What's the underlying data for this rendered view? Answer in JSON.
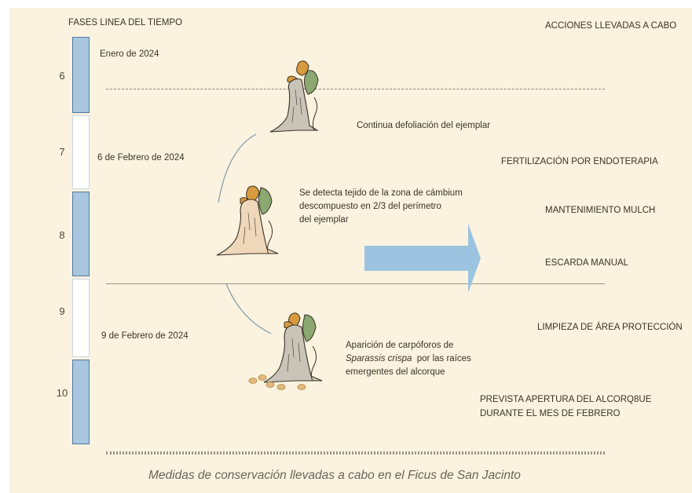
{
  "headers": {
    "timeline": "FASES LINEA DEL TIEMPO",
    "actions": "ACCIONES LLEVADAS A CABO"
  },
  "phases": [
    "6",
    "7",
    "8",
    "9",
    "10"
  ],
  "dates": {
    "first": "Enero de 2024",
    "second": "6 de  Febrero de 2024",
    "third": "9 de  Febrero de 2024"
  },
  "observations": {
    "defoliation": "Continua defoliación del ejemplar",
    "cambium": [
      "Se detecta  tejido de la zona de cámbium",
      "descompuesto en 2/3 del perímetro",
      "del ejemplar"
    ],
    "fungi": {
      "line1": "Aparición de carpóforos de",
      "species": "Sparassis crispa",
      "line2_rest": "  por las raíces",
      "line3": "emergentes del alcorque"
    }
  },
  "actions": [
    "FERTILIZACIÓN POR ENDOTERAPIA",
    "MANTENIMIENTO MULCH",
    "ESCARDA MANUAL",
    "LIMPIEZA DE ÁREA PROTECCIÓN"
  ],
  "planned": [
    "PREVISTA APERTURA DEL ALCORQ8UE",
    "DURANTE EL MES DE FEBRERO"
  ],
  "caption": "Medidas de conservación llevadas a cabo en el Ficus de San Jacinto",
  "colors": {
    "timeline_blue": "#a8c6df",
    "arrow_blue": "#9cc3e0",
    "background": "#fbf3df"
  }
}
